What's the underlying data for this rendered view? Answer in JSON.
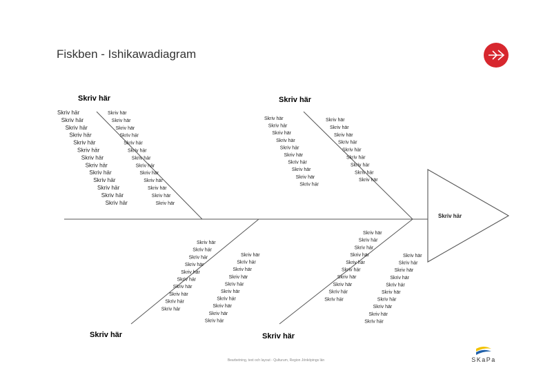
{
  "title": "Fiskben - Ishikawadiagram",
  "head_label": "Skriv här",
  "categories": [
    {
      "id": "top-left",
      "label": "Skriv här"
    },
    {
      "id": "top-right",
      "label": "Skriv här"
    },
    {
      "id": "bottom-left",
      "label": "Skriv här"
    },
    {
      "id": "bottom-right",
      "label": "Skriv här"
    }
  ],
  "cause_text": "Skriv här",
  "footer": "Bearbetning, text och layout - Qulturum, Region Jönköpings län",
  "brand": "SKaPa",
  "colors": {
    "logo_red": "#d7272e",
    "brand_blue": "#1f5fa8",
    "brand_yellow": "#f2c200"
  }
}
